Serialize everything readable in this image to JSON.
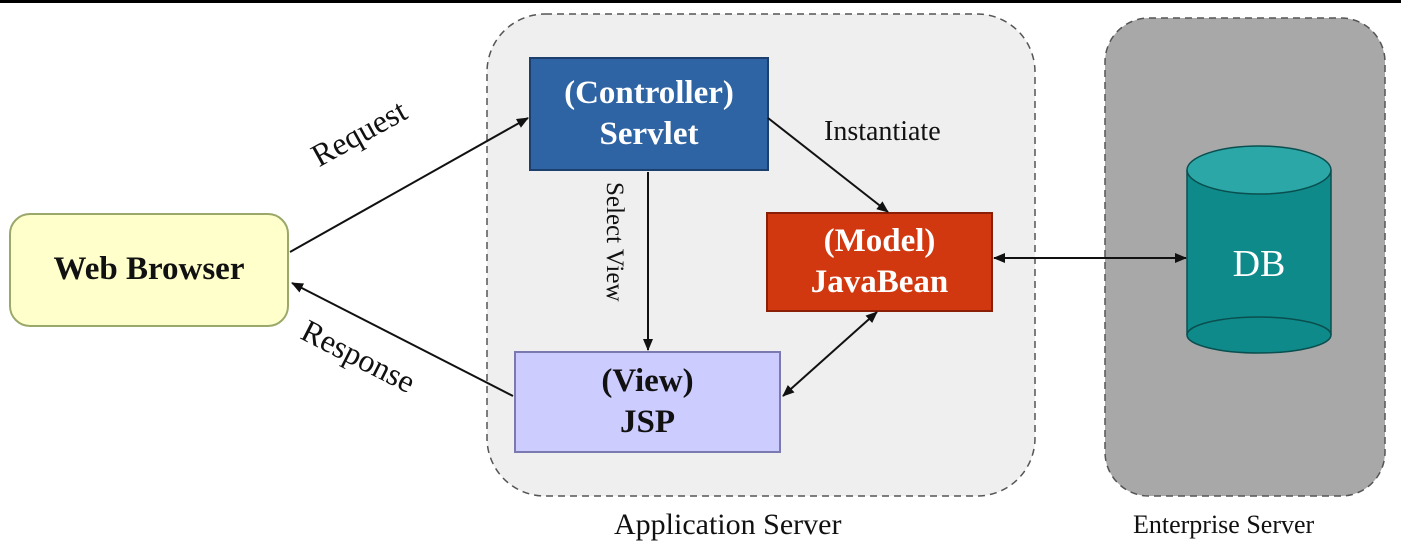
{
  "regions": {
    "application_server": "Application Server",
    "enterprise_server": "Enterprise Server"
  },
  "nodes": {
    "web_browser": "Web Browser",
    "controller": {
      "line1": "(Controller)",
      "line2": "Servlet"
    },
    "model": {
      "line1": "(Model)",
      "line2": "JavaBean"
    },
    "view": {
      "line1": "(View)",
      "line2": "JSP"
    },
    "db": "DB"
  },
  "edges": {
    "request": "Request",
    "response": "Response",
    "instantiate": "Instantiate",
    "select_view": "Select View"
  },
  "colors": {
    "browser_fill": "#ffffcc",
    "controller_fill": "#2e63a4",
    "model_fill": "#d2380f",
    "view_fill": "#ccccff",
    "db_fill": "#0f8a8a",
    "db_top": "#2ba7a7",
    "app_server_fill": "#efefef",
    "enterprise_server_fill": "#a8a8a8"
  }
}
